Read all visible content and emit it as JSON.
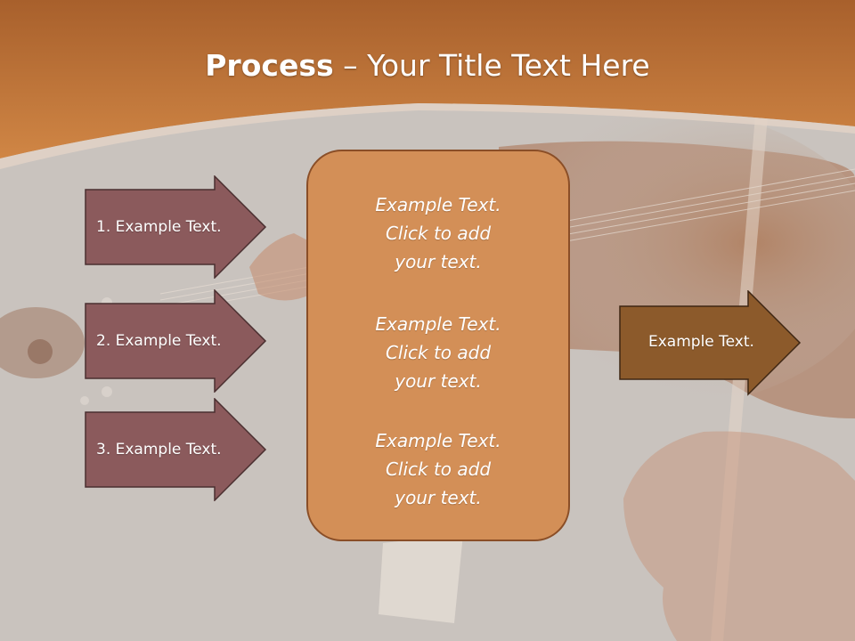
{
  "slide": {
    "title": {
      "bold_part": "Process",
      "rest_part": " – Your Title Text Here"
    },
    "left_arrows": [
      {
        "label": "1. Example Text."
      },
      {
        "label": "2. Example Text."
      },
      {
        "label": "3. Example Text."
      }
    ],
    "center_blocks": [
      {
        "line1": "Example Text.",
        "line2": "Click  to add",
        "line3": "your text."
      },
      {
        "line1": "Example Text.",
        "line2": "Click  to add",
        "line3": "your text."
      },
      {
        "line1": "Example Text.",
        "line2": "Click  to add",
        "line3": "your text."
      }
    ],
    "right_arrow": {
      "label": "Example Text."
    },
    "colors": {
      "header": "#c97a3c",
      "left_arrow_fill": "#8b5a5c",
      "center_box_fill": "#d38f57",
      "right_arrow_fill": "#8c5a2b"
    }
  }
}
